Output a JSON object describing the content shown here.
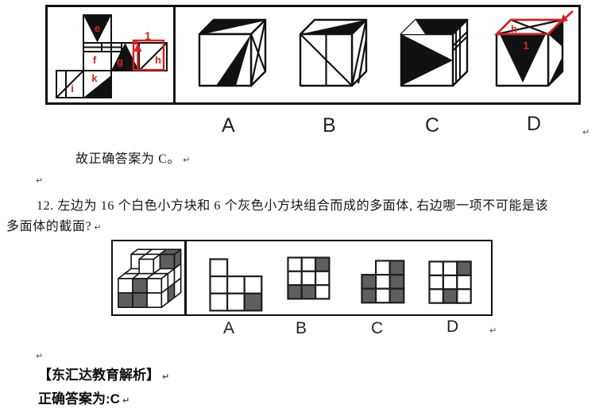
{
  "colors": {
    "gray_cell": "#5f5f5f",
    "red": "#d42222",
    "line": "#161616"
  },
  "para_mark": "↵",
  "figure1": {
    "net_labels": {
      "e": "e",
      "f": "f",
      "g": "g",
      "h": "h",
      "i": "i",
      "k": "k",
      "one": "1"
    },
    "cube_d": {
      "h": "h",
      "one": "1"
    },
    "option_labels": [
      "A",
      "B",
      "C",
      "D"
    ]
  },
  "answer_line": "故正确答案为 C。",
  "question": {
    "line1": "12. 左边为 16 个白色小方块和 6 个灰色小方块组合而成的多面体, 右边哪一项不可能是该",
    "line2": "多面体的截面?"
  },
  "figure2": {
    "option_labels": [
      "A",
      "B",
      "C",
      "D"
    ],
    "options": [
      {
        "label": "A",
        "grid": [
          "W--",
          "WWW",
          "WWG"
        ]
      },
      {
        "label": "B",
        "grid": [
          "WWG",
          "WWW",
          "GGW"
        ]
      },
      {
        "label": "C",
        "grid": [
          "-WG",
          "GWG",
          "GWG"
        ]
      },
      {
        "label": "D",
        "grid": [
          "WWG",
          "WWW",
          "WGW"
        ]
      }
    ]
  },
  "analysis": {
    "header": "【东汇达教育解析】",
    "answer": "正确答案为:C"
  }
}
